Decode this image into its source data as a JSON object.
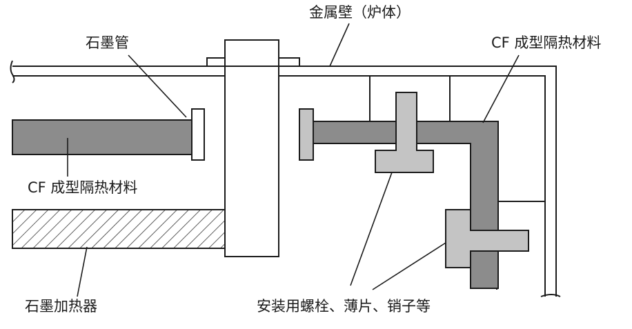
{
  "labels": {
    "metal_wall": "金属壁（炉体）",
    "graphite_tube": "石墨管",
    "cf_insulation_top": "CF 成型隔热材料",
    "cf_insulation_left": "CF 成型隔热材料",
    "graphite_heater": "石墨加热器",
    "fasteners": "安装用螺栓、薄片、销子等"
  },
  "colors": {
    "stroke": "#1a1a1a",
    "cf_fill": "#8c8c8c",
    "fitting_fill": "#c4c4c4",
    "hatch": "#333333",
    "background": "#ffffff"
  }
}
